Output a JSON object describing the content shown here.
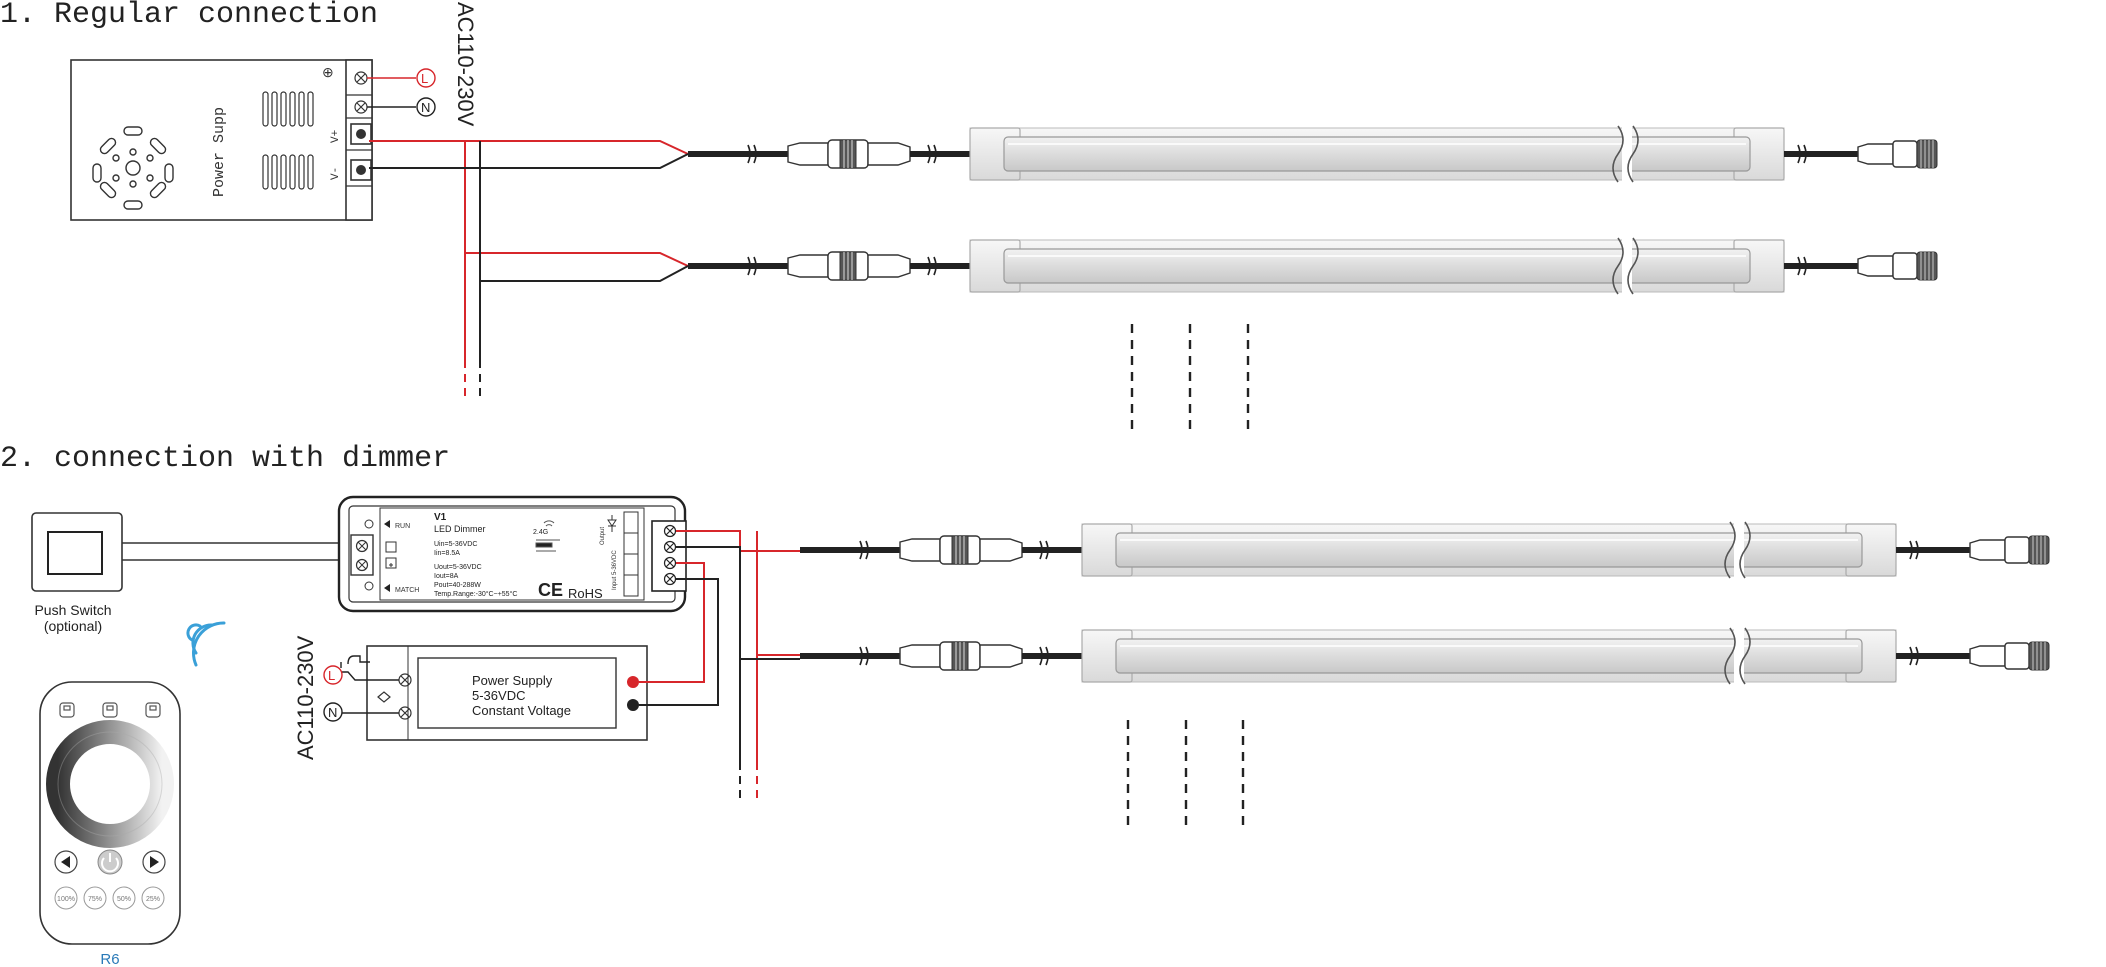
{
  "section1": {
    "title": "1.  Regular connection",
    "ac_label": "AC110-230V",
    "psu_label": "Power Supp",
    "terminal_l": "L",
    "terminal_n": "N",
    "terminal_vplus": "V+",
    "terminal_vminus": "V-"
  },
  "section2": {
    "title": "2.  connection with dimmer",
    "ac_label": "AC110-230V",
    "push_switch_line1": "Push Switch",
    "push_switch_line2": "(optional)",
    "remote_name": "R6",
    "remote_presets": [
      "100%",
      "75%",
      "50%",
      "25%"
    ],
    "terminal_l": "L",
    "terminal_n": "N",
    "dimmer": {
      "model": "V1",
      "type": "LED Dimmer",
      "uin": "Uin=5-36VDC",
      "iin": "Iin=8.5A",
      "uout": "Uout=5-36VDC",
      "iout": "Iout=8A",
      "pout": "Pout=40-288W",
      "temp": "Temp.Range:-30°C~+55°C",
      "run": "RUN",
      "match": "MATCH",
      "freq": "2.4G",
      "output": "Output",
      "input": "Input 5-36VDC",
      "ce": "CE",
      "rohs": "RoHS"
    },
    "psu": {
      "line1": "Power Supply",
      "line2": "5-36VDC",
      "line3": "Constant Voltage"
    }
  },
  "colors": {
    "positive_wire": "#d7262b",
    "negative_wire": "#222222",
    "remote_accent": "#2a7ab8",
    "wifi": "#3aa0d8"
  }
}
